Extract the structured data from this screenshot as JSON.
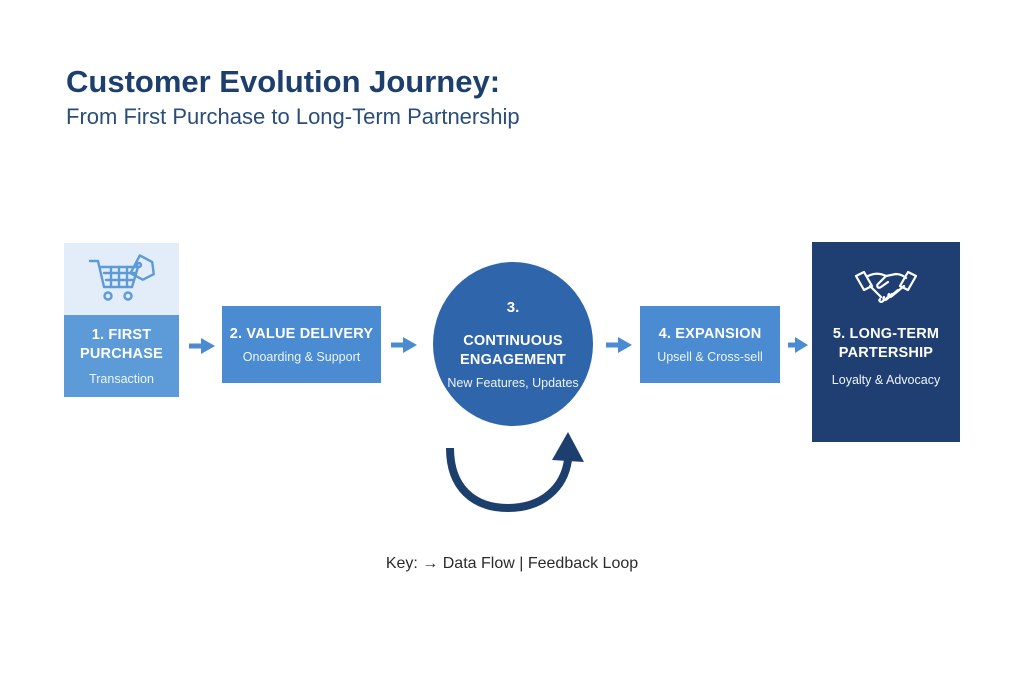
{
  "header": {
    "title": "Customer Evolution Journey:",
    "subtitle": "From First Purchase to Long-Term Partnership"
  },
  "stages": [
    {
      "title_line1": "1. FIRST",
      "title_line2": "PURCHASE",
      "sub": "Transaction",
      "icon": "shopping-cart-icon"
    },
    {
      "title": "2. VALUE DELIVERY",
      "sub": "Onoarding & Support"
    },
    {
      "number": "3.",
      "title_line1": "CONTINUOUS",
      "title_line2": "ENGAGEMENT",
      "sub": "New Features, Updates"
    },
    {
      "title": "4. EXPANSION",
      "sub": "Upsell & Cross-sell"
    },
    {
      "title_line1": "5. LONG-TERM",
      "title_line2": "PARTERSHIP",
      "sub": "Loyalty & Advocacy",
      "icon": "handshake-icon"
    }
  ],
  "key": {
    "label": "Key:",
    "arrow_symbol": "→",
    "data_flow": "Data Flow",
    "separator": "|",
    "feedback_loop": "Feedback Loop"
  },
  "colors": {
    "title": "#1d3f6e",
    "stage1": "#5c9bd8",
    "stage1_icon_bg": "#e2edf9",
    "stage2": "#4a8bd1",
    "stage3": "#2f65ab",
    "stage4": "#4a8bd1",
    "stage5": "#1f3f72",
    "arrow": "#4a8bd1",
    "loop_arrow": "#1d3f6e"
  }
}
